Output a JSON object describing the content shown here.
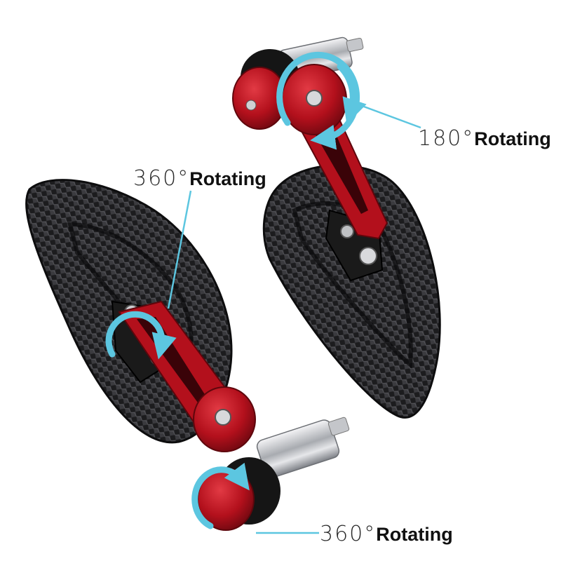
{
  "labels": {
    "top": {
      "degrees": "180°",
      "text": "Rotating"
    },
    "middle": {
      "degrees": "360°",
      "text": "Rotating"
    },
    "bottom": {
      "degrees": "360°",
      "text": "Rotating"
    }
  },
  "colors": {
    "carbon_dark": "#1b1b1d",
    "carbon_light": "#4a4a4e",
    "anodized_red": "#b3101c",
    "chrome": "#c9cbcf",
    "arrow_cyan": "#5cc6e0"
  }
}
